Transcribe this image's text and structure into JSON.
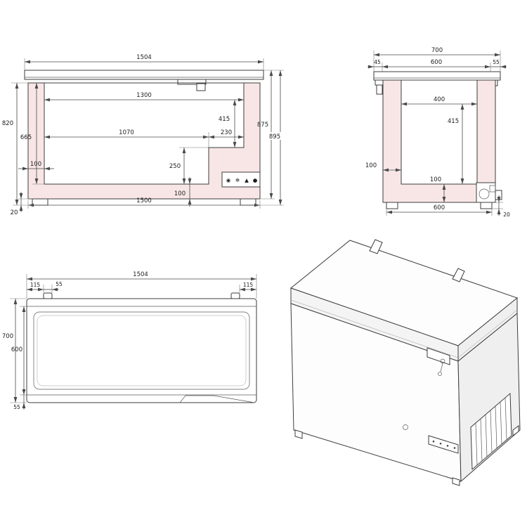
{
  "colors": {
    "insulation_pink": "#f8e6e6",
    "line": "#3c3c3c",
    "background": "#ffffff"
  },
  "front_section": {
    "lid_width": "1504",
    "inner_width": "1300",
    "upper_depth": "415",
    "floor_width": "1070",
    "step_width": "230",
    "wall_thickness": "100",
    "step_height": "250",
    "base_thickness": "100",
    "base_width": "1500",
    "foot_height": "20",
    "body_height": "820",
    "inner_depth": "665",
    "height_without_feet": "875",
    "total_height": "895",
    "control_icons": [
      {
        "name": "power-icon",
        "glyph": "◉"
      },
      {
        "name": "snowflake-icon",
        "glyph": "❄"
      },
      {
        "name": "alarm-icon",
        "glyph": "▲"
      },
      {
        "name": "light-icon",
        "glyph": "●"
      }
    ]
  },
  "side_section": {
    "lid_depth": "700",
    "back_edge": "45",
    "mid_segment": "600",
    "front_edge": "55",
    "inner_width": "400",
    "inner_depth": "415",
    "wall_thickness": "100",
    "base_thickness": "100",
    "base_depth": "600",
    "foot_height": "20"
  },
  "top_view": {
    "lid_width": "1504",
    "hinge_offset_left": "115",
    "hinge_width": "55",
    "hinge_offset_right": "115",
    "total_depth": "700",
    "lid_depth": "600",
    "front_strip": "55"
  }
}
